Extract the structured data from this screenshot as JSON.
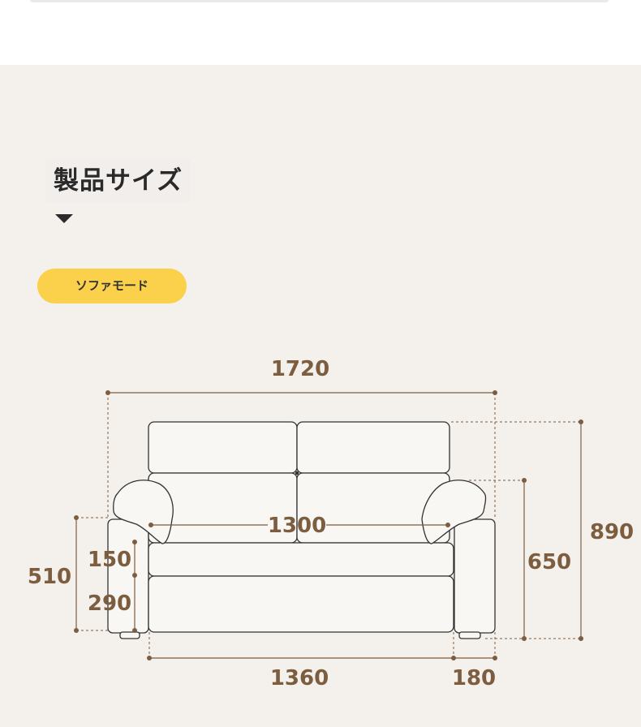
{
  "section": {
    "title": "製品サイズ",
    "mode_label": "ソファモード"
  },
  "colors": {
    "dimension": "#7d5d3f",
    "badge": "#fbd04a",
    "panel": "#f4f0ec",
    "sofa_fill": "#f9f7f4",
    "sofa_line": "#333333"
  },
  "diagram": {
    "type": "sofa-dimension-drawing",
    "dimensions": {
      "overall_width": "1720",
      "overall_height": "890",
      "seat_width": "1300",
      "base_width": "1360",
      "arm_depth": "180",
      "arm_height": "650",
      "side_height": "510",
      "cushion_thickness": "150",
      "seat_height": "290"
    }
  }
}
